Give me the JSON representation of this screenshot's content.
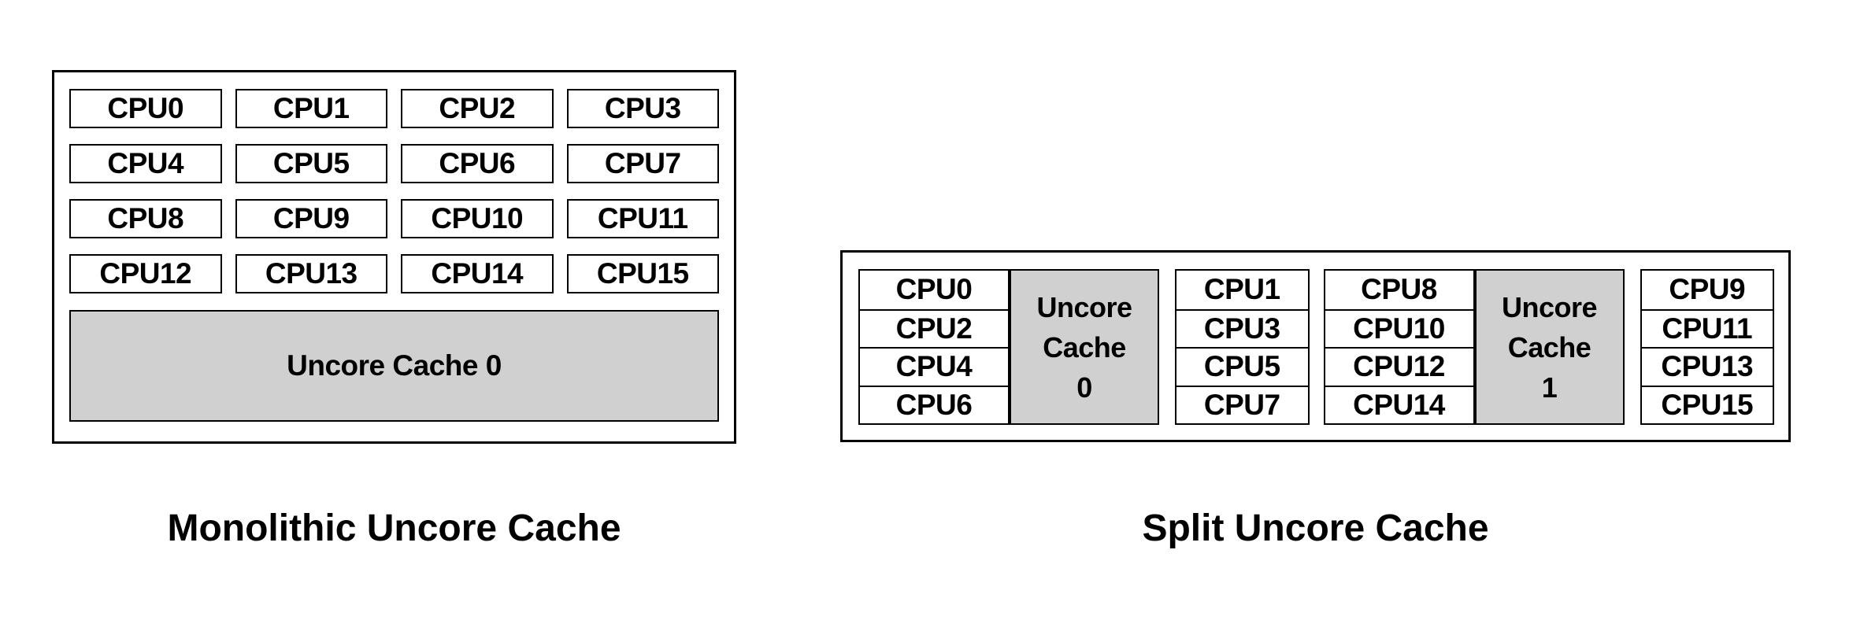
{
  "colors": {
    "background": "#ffffff",
    "border": "#000000",
    "cache_fill": "#d0d0d0",
    "text": "#000000"
  },
  "monolithic": {
    "caption": "Monolithic Uncore Cache",
    "cpus": [
      "CPU0",
      "CPU1",
      "CPU2",
      "CPU3",
      "CPU4",
      "CPU5",
      "CPU6",
      "CPU7",
      "CPU8",
      "CPU9",
      "CPU10",
      "CPU11",
      "CPU12",
      "CPU13",
      "CPU14",
      "CPU15"
    ],
    "cache_label": "Uncore Cache 0"
  },
  "split": {
    "caption": "Split Uncore Cache",
    "groups": [
      {
        "left_cpus": [
          "CPU0",
          "CPU2",
          "CPU4",
          "CPU6"
        ],
        "cache_lines": [
          "Uncore",
          "Cache",
          "0"
        ],
        "right_cpus": [
          "CPU1",
          "CPU3",
          "CPU5",
          "CPU7"
        ]
      },
      {
        "left_cpus": [
          "CPU8",
          "CPU10",
          "CPU12",
          "CPU14"
        ],
        "cache_lines": [
          "Uncore",
          "Cache",
          "1"
        ],
        "right_cpus": [
          "CPU9",
          "CPU11",
          "CPU13",
          "CPU15"
        ]
      }
    ]
  }
}
